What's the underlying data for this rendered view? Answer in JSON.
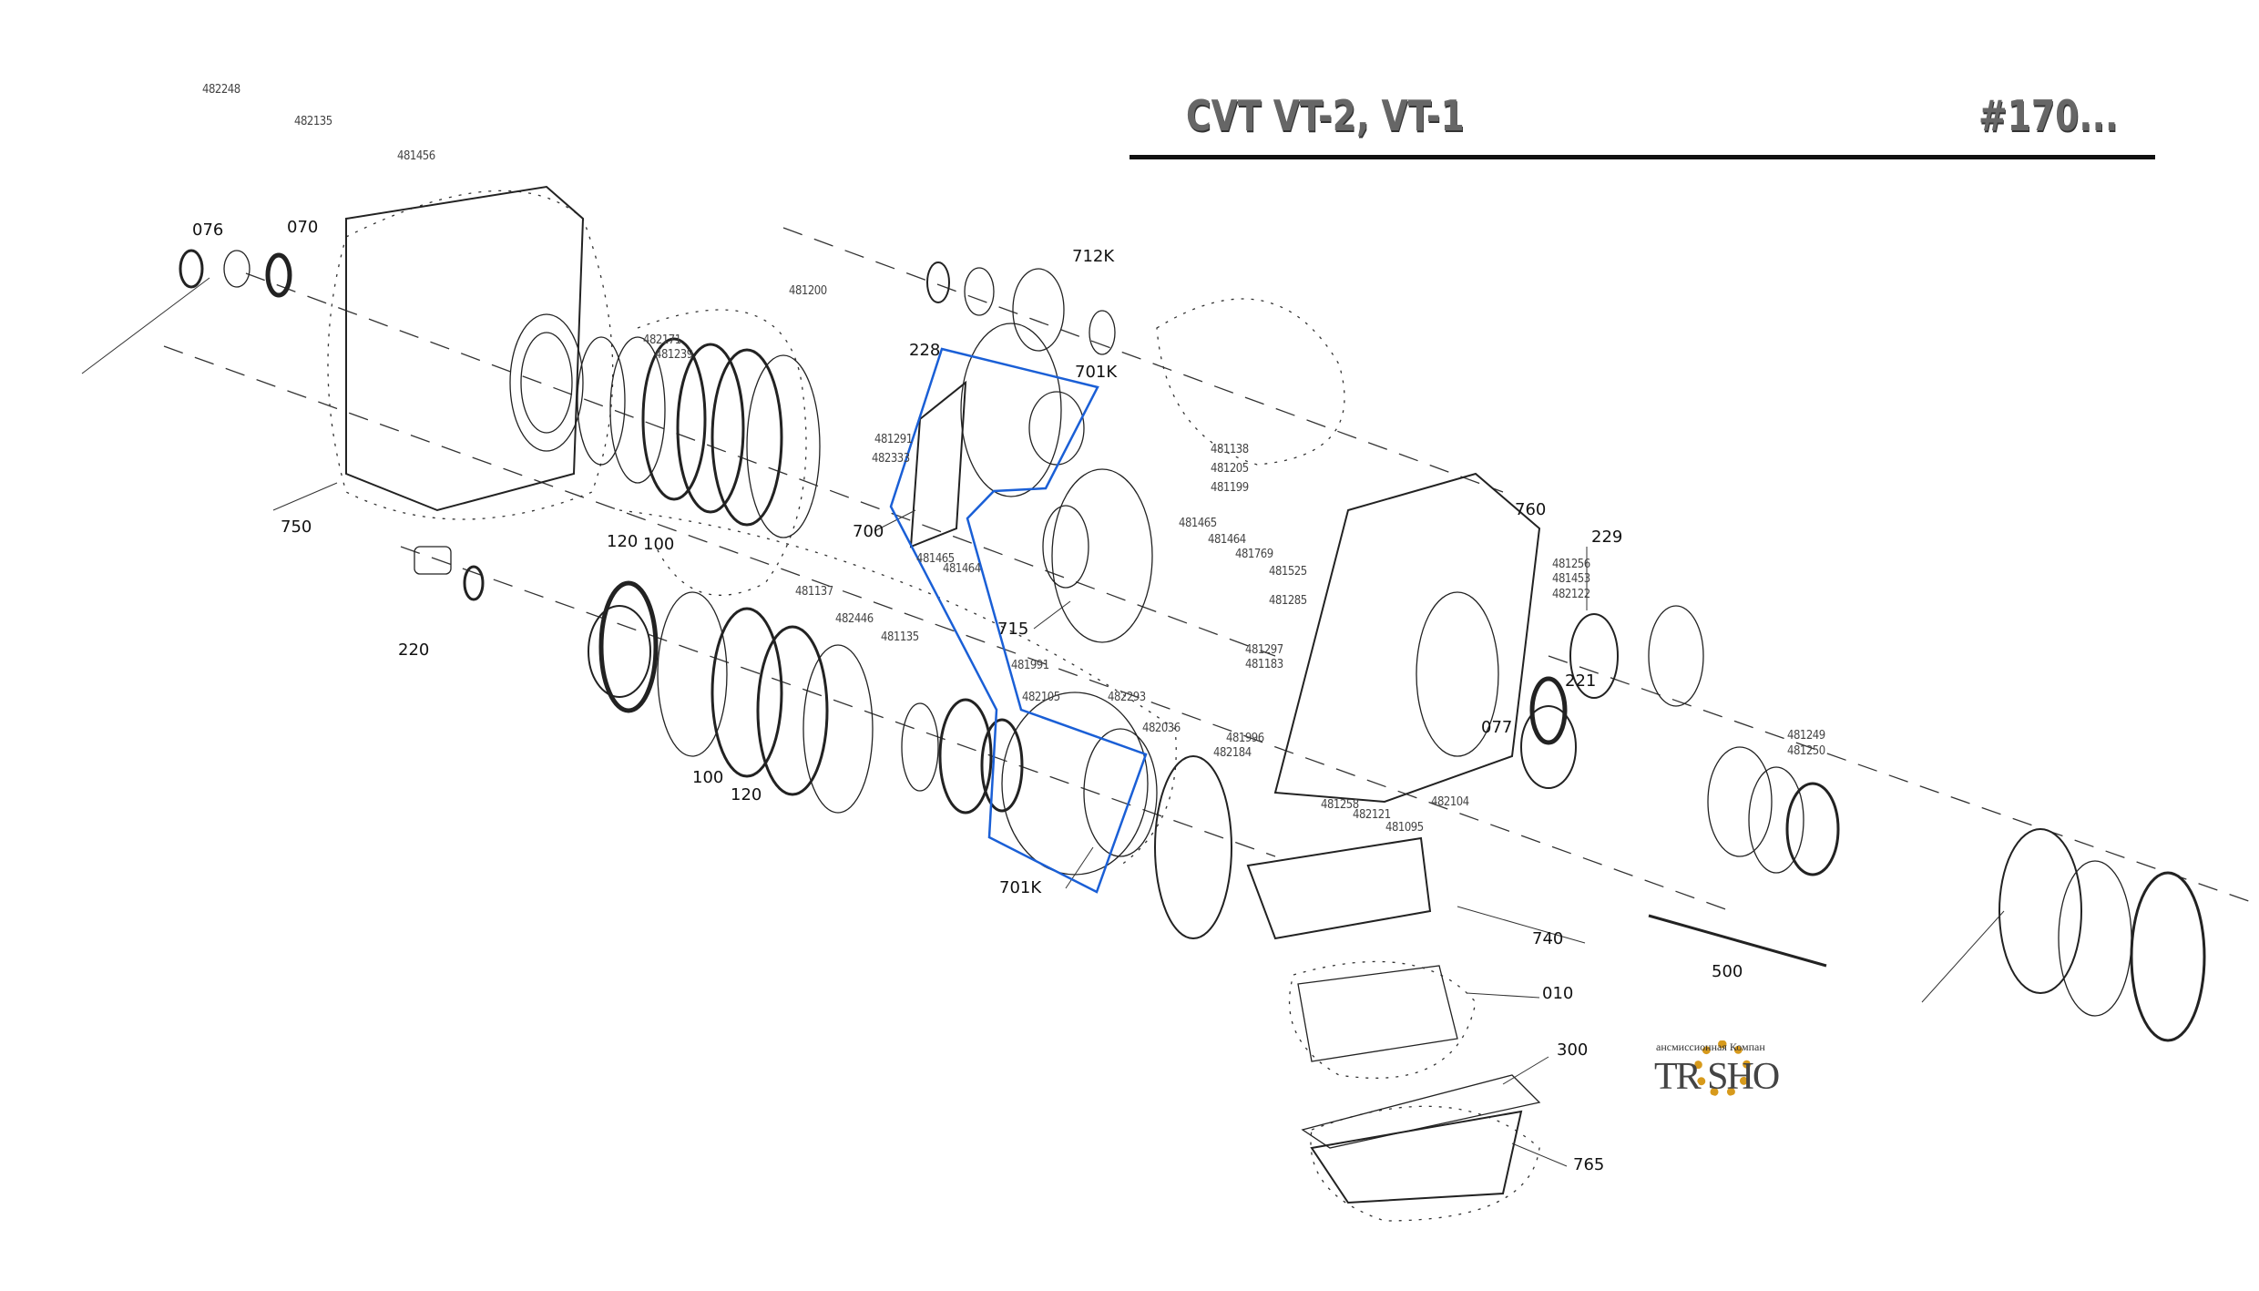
{
  "header": {
    "title": "CVT VT-2, VT-1",
    "model_ref": "#170..."
  },
  "logo": {
    "line1": "ансмиссионная Компан",
    "line2": "TR SHO"
  },
  "colors": {
    "highlight": "#1a5fd6",
    "ink": "#111111",
    "logo_gold": "#d79a1c"
  },
  "callouts": {
    "p482248": "482248",
    "p482135": "482135",
    "p481456": "481456",
    "p076": "076",
    "p070": "070",
    "p750": "750",
    "p482171": "482171",
    "p481239": "481239",
    "p120a": "120",
    "p100a": "100",
    "p220": "220",
    "p481200": "481200",
    "p712K": "712K",
    "p228": "228",
    "p701Ka": "701K",
    "p481291": "481291",
    "p482333": "482333",
    "p700": "700",
    "p481465a": "481465",
    "p481464a": "481464",
    "p481137": "481137",
    "p482446": "482446",
    "p481135": "481135",
    "p715": "715",
    "p481138": "481138",
    "p481205": "481205",
    "p481199": "481199",
    "p481465b": "481465",
    "p481464b": "481464",
    "p481769": "481769",
    "p481525": "481525",
    "p481285": "481285",
    "p481991": "481991",
    "p482105": "482105",
    "p482293": "482293",
    "p482036": "482036",
    "p481297": "481297",
    "p481183": "481183",
    "p481996": "481996",
    "p482184": "482184",
    "p481258": "481258",
    "p482121": "482121",
    "p481095": "481095",
    "p482104": "482104",
    "p100b": "100",
    "p120b": "120",
    "p701Kb": "701K",
    "p760": "760",
    "p229": "229",
    "p481256": "481256",
    "p481453": "481453",
    "p482122": "482122",
    "p221": "221",
    "p077": "077",
    "p481249": "481249",
    "p481250": "481250",
    "p740": "740",
    "p010": "010",
    "p300": "300",
    "p765": "765",
    "p500": "500"
  }
}
